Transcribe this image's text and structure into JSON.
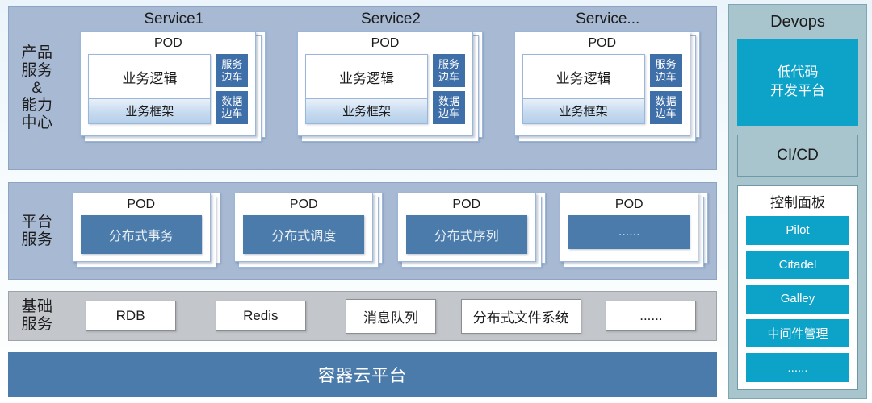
{
  "rows": {
    "product": {
      "label": "产品\n服务\n&\n能力\n中心",
      "label_lines": [
        "产品",
        "服务",
        "&",
        "能力",
        "中心"
      ],
      "services": [
        {
          "title": "Service1",
          "pod_title": "POD",
          "logic": "业务逻辑",
          "framework": "业务框架",
          "sidecars": [
            "服务\n边车",
            "数据\n边车"
          ],
          "sidecar_service": "服务边车",
          "sidecar_data": "数据边车"
        },
        {
          "title": "Service2",
          "pod_title": "POD",
          "logic": "业务逻辑",
          "framework": "业务框架",
          "sidecar_service": "服务边车",
          "sidecar_data": "数据边车"
        },
        {
          "title": "Service...",
          "pod_title": "POD",
          "logic": "业务逻辑",
          "framework": "业务框架",
          "sidecar_service": "服务边车",
          "sidecar_data": "数据边车"
        }
      ]
    },
    "platform": {
      "label_lines": [
        "平台",
        "服务"
      ],
      "pods": [
        {
          "pod_title": "POD",
          "name": "分布式事务"
        },
        {
          "pod_title": "POD",
          "name": "分布式调度"
        },
        {
          "pod_title": "POD",
          "name": "分布式序列"
        },
        {
          "pod_title": "POD",
          "name": "......"
        }
      ]
    },
    "infra": {
      "label_lines": [
        "基础",
        "服务"
      ],
      "items": [
        "RDB",
        "Redis",
        "消息队列",
        "分布式文件系统",
        "......"
      ]
    },
    "cloud": {
      "label": "容器云平台"
    }
  },
  "devops": {
    "title": "Devops",
    "lowcode_lines": [
      "低代码",
      "开发平台"
    ],
    "cicd": "CI/CD",
    "control_panel": {
      "title": "控制面板",
      "items": [
        "Pilot",
        "Citadel",
        "Galley",
        "中间件管理",
        "......"
      ]
    }
  },
  "colors": {
    "band_blue": "#a7b9d3",
    "band_gray": "#c3c6cb",
    "steel_blue": "#4a7bab",
    "sidecar_blue": "#3f6fa8",
    "devops_panel": "#a8c4cd",
    "cyan": "#0da3c8",
    "page_bg": "#eaf4fa"
  }
}
